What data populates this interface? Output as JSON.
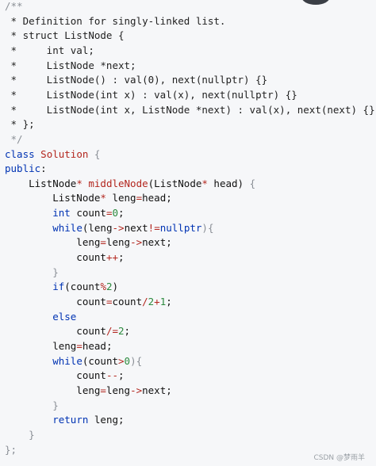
{
  "watermark": "CSDN @梦雨羊",
  "colors": {
    "background": "#f6f7f9",
    "keyword": "#0033b3",
    "class_name": "#b3261e",
    "number": "#2b8a3e",
    "comment": "#8a8f96"
  },
  "lines": [
    [
      [
        "/**",
        "comment-dim"
      ]
    ],
    [
      [
        " * Definition for singly-linked list.",
        "comment"
      ]
    ],
    [
      [
        " * struct ListNode {",
        "comment"
      ]
    ],
    [
      [
        " *     int val;",
        "comment"
      ]
    ],
    [
      [
        " *     ListNode *next;",
        "comment"
      ]
    ],
    [
      [
        " *     ListNode() : val(0), next(nullptr) {}",
        "comment"
      ]
    ],
    [
      [
        " *     ListNode(int x) : val(x), next(nullptr) {}",
        "comment"
      ]
    ],
    [
      [
        " *     ListNode(int x, ListNode *next) : val(x), next(next) {}",
        "comment"
      ]
    ],
    [
      [
        " * };",
        "comment"
      ]
    ],
    [
      [
        " */",
        "comment-dim"
      ]
    ],
    [
      [
        "class",
        "kw"
      ],
      [
        " ",
        "plain"
      ],
      [
        "Solution",
        "class"
      ],
      [
        " {",
        "punct"
      ]
    ],
    [
      [
        "public",
        "kw"
      ],
      [
        ":",
        "plain"
      ]
    ],
    [
      [
        "    ListNode",
        "plain"
      ],
      [
        "*",
        "op"
      ],
      [
        " ",
        "plain"
      ],
      [
        "middleNode",
        "func"
      ],
      [
        "(ListNode",
        "plain"
      ],
      [
        "*",
        "op"
      ],
      [
        " head) ",
        "plain"
      ],
      [
        "{",
        "punct"
      ]
    ],
    [
      [
        "        ListNode",
        "plain"
      ],
      [
        "*",
        "op"
      ],
      [
        " leng",
        "plain"
      ],
      [
        "=",
        "op"
      ],
      [
        "head;",
        "plain"
      ]
    ],
    [
      [
        "        ",
        "plain"
      ],
      [
        "int",
        "type"
      ],
      [
        " count",
        "plain"
      ],
      [
        "=",
        "op"
      ],
      [
        "0",
        "num"
      ],
      [
        ";",
        "plain"
      ]
    ],
    [
      [
        "        ",
        "plain"
      ],
      [
        "while",
        "kw"
      ],
      [
        "(leng",
        "plain"
      ],
      [
        "->",
        "op"
      ],
      [
        "next",
        "plain"
      ],
      [
        "!=",
        "op"
      ],
      [
        "nullptr",
        "null"
      ],
      [
        "){",
        "punct"
      ]
    ],
    [
      [
        "            leng",
        "plain"
      ],
      [
        "=",
        "op"
      ],
      [
        "leng",
        "plain"
      ],
      [
        "->",
        "op"
      ],
      [
        "next;",
        "plain"
      ]
    ],
    [
      [
        "            count",
        "plain"
      ],
      [
        "++",
        "op"
      ],
      [
        ";",
        "plain"
      ]
    ],
    [
      [
        "        }",
        "punct"
      ]
    ],
    [
      [
        "        ",
        "plain"
      ],
      [
        "if",
        "kw"
      ],
      [
        "(count",
        "plain"
      ],
      [
        "%",
        "op"
      ],
      [
        "2",
        "num"
      ],
      [
        ")",
        "plain"
      ]
    ],
    [
      [
        "            count",
        "plain"
      ],
      [
        "=",
        "op"
      ],
      [
        "count",
        "plain"
      ],
      [
        "/",
        "op"
      ],
      [
        "2",
        "num"
      ],
      [
        "+",
        "op"
      ],
      [
        "1",
        "num"
      ],
      [
        ";",
        "plain"
      ]
    ],
    [
      [
        "        ",
        "plain"
      ],
      [
        "else",
        "kw"
      ]
    ],
    [
      [
        "            count",
        "plain"
      ],
      [
        "/=",
        "op"
      ],
      [
        "2",
        "num"
      ],
      [
        ";",
        "plain"
      ]
    ],
    [
      [
        "        leng",
        "plain"
      ],
      [
        "=",
        "op"
      ],
      [
        "head;",
        "plain"
      ]
    ],
    [
      [
        "        ",
        "plain"
      ],
      [
        "while",
        "kw"
      ],
      [
        "(count",
        "plain"
      ],
      [
        ">",
        "op"
      ],
      [
        "0",
        "num"
      ],
      [
        "){",
        "punct"
      ]
    ],
    [
      [
        "            count",
        "plain"
      ],
      [
        "--",
        "op"
      ],
      [
        ";",
        "plain"
      ]
    ],
    [
      [
        "            leng",
        "plain"
      ],
      [
        "=",
        "op"
      ],
      [
        "leng",
        "plain"
      ],
      [
        "->",
        "op"
      ],
      [
        "next;",
        "plain"
      ]
    ],
    [
      [
        "        }",
        "punct"
      ]
    ],
    [
      [
        "        ",
        "plain"
      ],
      [
        "return",
        "kw"
      ],
      [
        " leng;",
        "plain"
      ]
    ],
    [
      [
        "    }",
        "punct"
      ]
    ],
    [
      [
        "};",
        "punct"
      ]
    ]
  ]
}
